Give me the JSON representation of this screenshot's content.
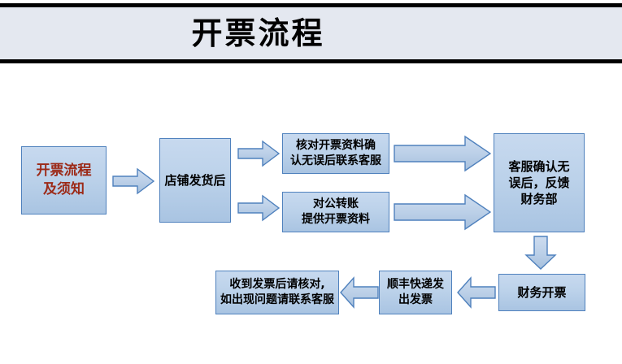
{
  "header": {
    "title": "开票流程"
  },
  "diagram": {
    "type": "flowchart",
    "accent_color": "#9c2a18",
    "box_fill": "#bcd2ea",
    "box_border": "#4f81bd",
    "arrow_fill": "#b8cce4",
    "arrow_border": "#4f81bd",
    "banner_bg": "#e4e8f0",
    "nodes": [
      {
        "id": "start",
        "label": "开票流程\n及须知"
      },
      {
        "id": "shipped",
        "label": "店铺发货后"
      },
      {
        "id": "verify",
        "label": "核对开票资料确\n认无误后联系客服"
      },
      {
        "id": "transfer",
        "label": "对公转账\n提供开票资料"
      },
      {
        "id": "confirm",
        "label": "客服确认无\n误后，反馈\n财务部"
      },
      {
        "id": "finance",
        "label": "财务开票"
      },
      {
        "id": "express",
        "label": "顺丰快递发\n出发票"
      },
      {
        "id": "receive",
        "label": "收到发票后请核对,\n如出现问题请联系客服"
      }
    ],
    "arrows": [
      {
        "id": "start-to-shipped",
        "direction": "right"
      },
      {
        "id": "shipped-to-verify",
        "direction": "right"
      },
      {
        "id": "shipped-to-transfer",
        "direction": "right"
      },
      {
        "id": "verify-to-confirm",
        "direction": "right"
      },
      {
        "id": "transfer-to-confirm",
        "direction": "right"
      },
      {
        "id": "confirm-to-finance",
        "direction": "down"
      },
      {
        "id": "finance-to-express",
        "direction": "left"
      },
      {
        "id": "express-to-receive",
        "direction": "left"
      }
    ]
  }
}
